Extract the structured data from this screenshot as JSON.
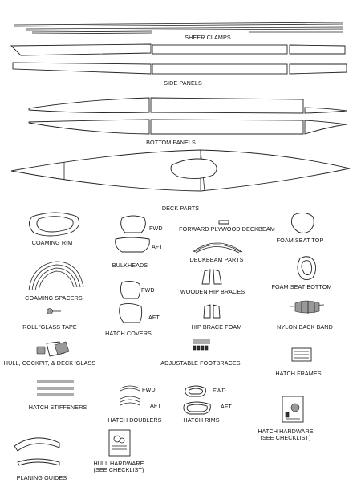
{
  "labels": {
    "sheer_clamps": "SHEER CLAMPS",
    "side_panels": "SIDE PANELS",
    "bottom_panels": "BOTTOM PANELS",
    "deck_parts": "DECK PARTS",
    "coaming_rim": "COAMING RIM",
    "bulkheads": "BULKHEADS",
    "fwd": "FWD",
    "aft": "AFT",
    "forward_plywood_deckbeam": "FORWARD PLYWOOD DECKBEAM",
    "deckbeam_parts": "DECKBEAM PARTS",
    "foam_seat_top": "FOAM SEAT TOP",
    "foam_seat_bottom": "FOAM SEAT BOTTOM",
    "coaming_spacers": "COAMING SPACERS",
    "wooden_hip_braces": "WOODEN HIP BRACES",
    "roll_glass_tape": "ROLL 'GLASS TAPE",
    "hatch_covers": "HATCH COVERS",
    "hip_brace_foam": "HIP BRACE FOAM",
    "nylon_back_band": "NYLON BACK BAND",
    "hull_cockpit_deck_glass": "HULL, COCKPIT, & DECK 'GLASS",
    "adjustable_footbraces": "ADJUSTABLE FOOTBRACES",
    "hatch_frames": "HATCH FRAMES",
    "hatch_stiffeners": "HATCH STIFFENERS",
    "hatch_doublers": "HATCH DOUBLERS",
    "hatch_rims": "HATCH RIMS",
    "hatch_hardware_line1": "HATCH HARDWARE",
    "hatch_hardware_line2": "(SEE CHECKLIST)",
    "hull_hardware_line1": "HULL HARDWARE",
    "hull_hardware_line2": "(SEE CHECKLIST)",
    "planing_guides": "PLANING GUIDES"
  },
  "colors": {
    "ink": "#222222",
    "paper": "#ffffff"
  }
}
